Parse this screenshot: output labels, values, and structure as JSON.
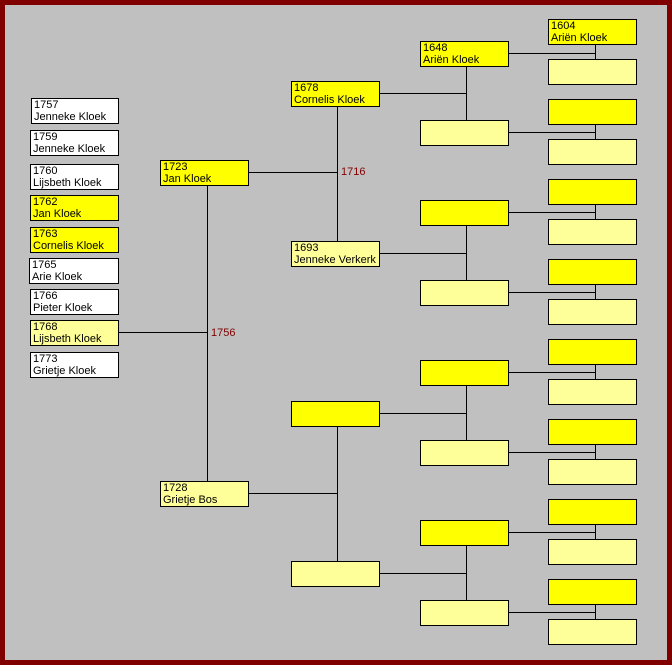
{
  "colors": {
    "frame": "#800000",
    "background": "#c0c0c0",
    "male": "#ffff00",
    "female": "#ffff99",
    "sibling": "#ffffff"
  },
  "children": [
    {
      "year": "1757",
      "name": "Jenneke Kloek",
      "style": "white"
    },
    {
      "year": "1759",
      "name": "Jenneke Kloek",
      "style": "white"
    },
    {
      "year": "1760",
      "name": "Lijsbeth Kloek",
      "style": "white"
    },
    {
      "year": "1762",
      "name": "Jan Kloek",
      "style": "yellow"
    },
    {
      "year": "1763",
      "name": "Cornelis Kloek",
      "style": "yellow"
    },
    {
      "year": "1765",
      "name": "Arie Kloek",
      "style": "white"
    },
    {
      "year": "1766",
      "name": "Pieter Kloek",
      "style": "white"
    },
    {
      "year": "1768",
      "name": "Lijsbeth Kloek",
      "style": "light"
    },
    {
      "year": "1773",
      "name": "Grietje Kloek",
      "style": "white"
    }
  ],
  "parents": {
    "father": {
      "year": "1723",
      "name": "Jan Kloek"
    },
    "mother": {
      "year": "1728",
      "name": "Grietje Bos"
    },
    "marriage_year": "1756"
  },
  "grandparents": {
    "paternal_grandfather": {
      "year": "1678",
      "name": "Cornelis Kloek"
    },
    "paternal_grandmother": {
      "year": "1693",
      "name": "Jenneke Verkerk"
    },
    "paternal_marriage_year": "1716"
  },
  "great_grandparents": {
    "first": {
      "year": "1648",
      "name": "Ariën Kloek"
    }
  },
  "great_great_grandparents": {
    "first": {
      "year": "1604",
      "name": "Ariën Kloek"
    }
  }
}
